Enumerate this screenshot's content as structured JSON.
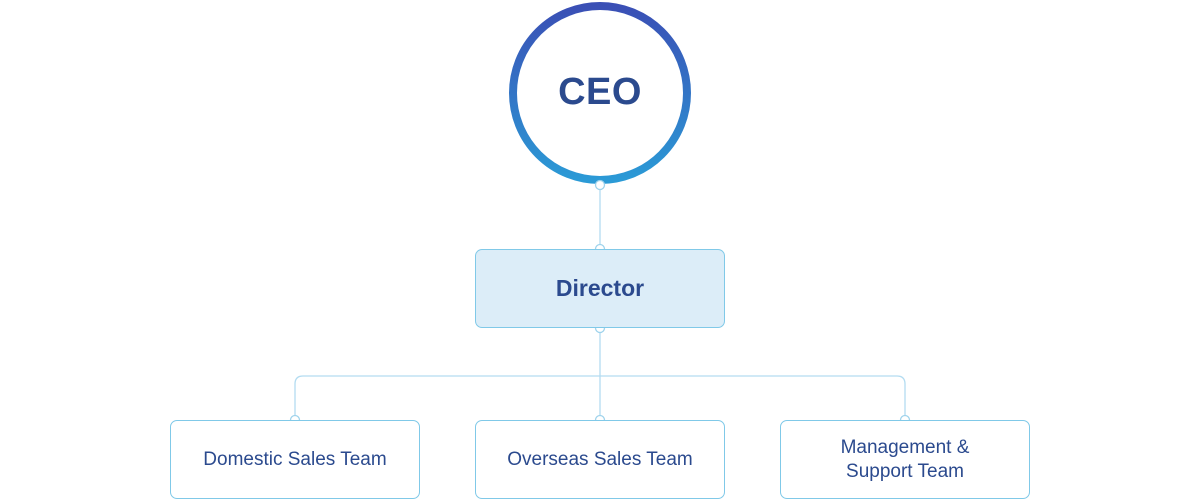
{
  "chart": {
    "ceo_label": "CEO",
    "director_label": "Director",
    "teams": [
      {
        "label": "Domestic Sales Team"
      },
      {
        "label": "Overseas Sales Team"
      },
      {
        "label": "Management & Support Team"
      }
    ]
  },
  "colors": {
    "ring_gradient_start": "#3a4fb5",
    "ring_gradient_end": "#2b9ad6",
    "text": "#2b4a8e",
    "connector": "#b3dcf1",
    "director_fill": "#dcedf8"
  }
}
